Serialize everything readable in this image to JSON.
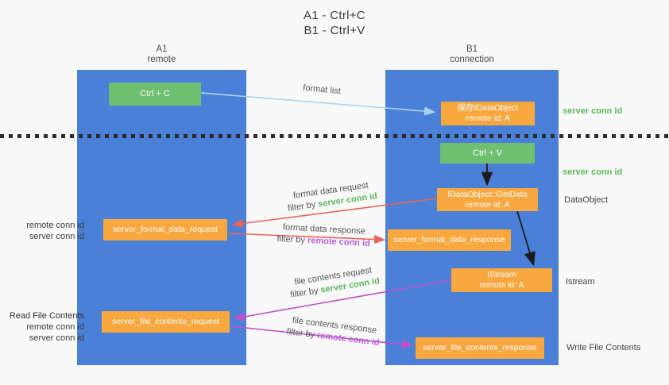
{
  "title": {
    "line1": "A1 - Ctrl+C",
    "line2": "B1 - Ctrl+V"
  },
  "lifelines": {
    "a1": {
      "id": "A1",
      "role": "remote"
    },
    "b1": {
      "id": "B1",
      "role": "connection"
    }
  },
  "boxes": {
    "ctrl_c": {
      "label": "Ctrl + C"
    },
    "save_idataobject": {
      "line1": "保存IDataObject",
      "line2": "remote id: A"
    },
    "ctrl_v": {
      "label": "Ctrl + V"
    },
    "idataobject_getdata": {
      "line1": "IDataObject::GetData",
      "line2": "remote id: A"
    },
    "server_format_data_request": {
      "label": "server_format_data_request"
    },
    "server_format_data_response": {
      "label": "server_format_data_response"
    },
    "istream": {
      "line1": "IStream",
      "line2": "remote id: A"
    },
    "server_file_contents_request": {
      "label": "server_file_contents_request"
    },
    "server_file_contents_response": {
      "label": "server_file_contents_response"
    }
  },
  "arrow_labels": {
    "format_list": "format list",
    "format_data_request": "format data request",
    "format_data_response": "format data response",
    "file_contents_request": "file contents request",
    "file_contents_response": "file contents response",
    "filter_by": "filter by",
    "server_conn_id": "server conn id",
    "remote_conn_id": "remote conn id"
  },
  "side_labels": {
    "server_conn_id_top": "server conn id",
    "server_conn_id_mid": "server conn id",
    "dataobject": "DataObject",
    "istream": "Istream",
    "read_file_contents": "Read File Contents",
    "write_file_contents": "Write File Contents",
    "remote_conn_id": "remote conn id",
    "server_conn_id": "server conn id"
  },
  "colors": {
    "lifeline_blue": "#4a80d8",
    "box_green": "#6ebf70",
    "box_orange": "#f9a83f",
    "arrow_light_blue": "#aad5f0",
    "arrow_red": "#e96358",
    "arrow_magenta": "#c24fc8",
    "arrow_black": "#1c1c1c",
    "label_green": "#5cb85c",
    "label_purple": "#b55fd8"
  }
}
